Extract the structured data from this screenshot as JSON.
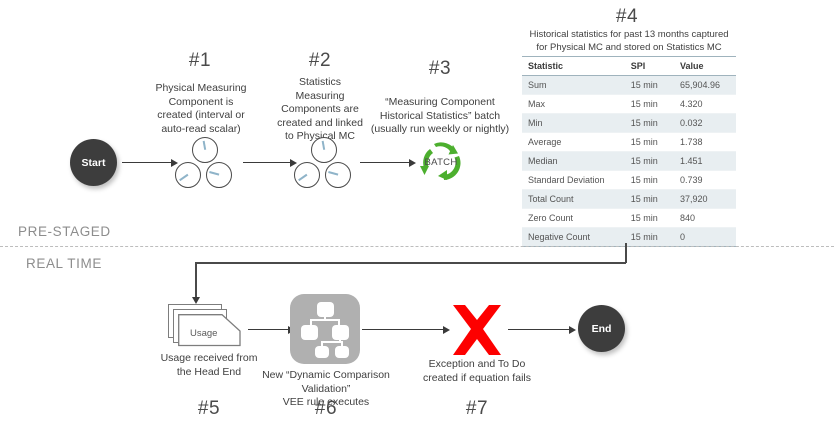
{
  "diagram": {
    "title_hidden": "",
    "bands": {
      "prestaged": "PRE-STAGED",
      "realtime": "REAL TIME"
    },
    "nodes": {
      "start": "Start",
      "end": "End",
      "batch": "BATCH",
      "usage": "Usage"
    },
    "steps": [
      {
        "num": "#1",
        "caption": "Physical Measuring\nComponent is\ncreated (interval  or\nauto-read scalar)",
        "caption_lines": [
          "Physical Measuring",
          "Component is",
          "created (interval  or",
          "auto-read scalar)"
        ]
      },
      {
        "num": "#2",
        "caption_lines": [
          "Statistics",
          "Measuring",
          "Components are",
          "created and linked",
          "to Physical MC"
        ]
      },
      {
        "num": "#3",
        "caption_lines": [
          "“Measuring Component",
          "Historical Statistics” batch",
          "(usually run weekly or nightly)"
        ]
      },
      {
        "num": "#4",
        "caption_lines": [
          "Historical statistics for past 13 months captured",
          "for Physical MC and stored on Statistics MC"
        ]
      },
      {
        "num": "#5",
        "caption_lines": [
          "Usage received from",
          "the Head End"
        ]
      },
      {
        "num": "#6",
        "caption_lines": [
          "New “Dynamic Comparison Validation”",
          "VEE rule executes"
        ]
      },
      {
        "num": "#7",
        "caption_lines": [
          "Exception and To Do",
          "created if equation fails"
        ]
      }
    ],
    "table": {
      "title_line1": "Historical statistics for past 13 months captured",
      "title_line2": "for Physical MC and stored on Statistics MC",
      "columns": [
        "Statistic",
        "SPI",
        "Value"
      ],
      "rows": [
        [
          "Sum",
          "15 min",
          "65,904.96"
        ],
        [
          "Max",
          "15 min",
          "4.320"
        ],
        [
          "Min",
          "15 min",
          "0.032"
        ],
        [
          "Average",
          "15 min",
          "1.738"
        ],
        [
          "Median",
          "15 min",
          "1.451"
        ],
        [
          "Standard Deviation",
          "15 min",
          "0.739"
        ],
        [
          "Total Count",
          "15 min",
          "37,920"
        ],
        [
          "Zero Count",
          "15 min",
          "840"
        ],
        [
          "Negative Count",
          "15 min",
          "0"
        ]
      ]
    },
    "colors": {
      "node_fill": "#3d3d3d",
      "batch_green": "#4caf2e",
      "error_red": "#fd0000",
      "vee_gray": "#b0b0b0",
      "table_alt_row": "#e8eef1",
      "table_rule": "#9fb3bd",
      "needle": "#8fb4c9"
    }
  }
}
